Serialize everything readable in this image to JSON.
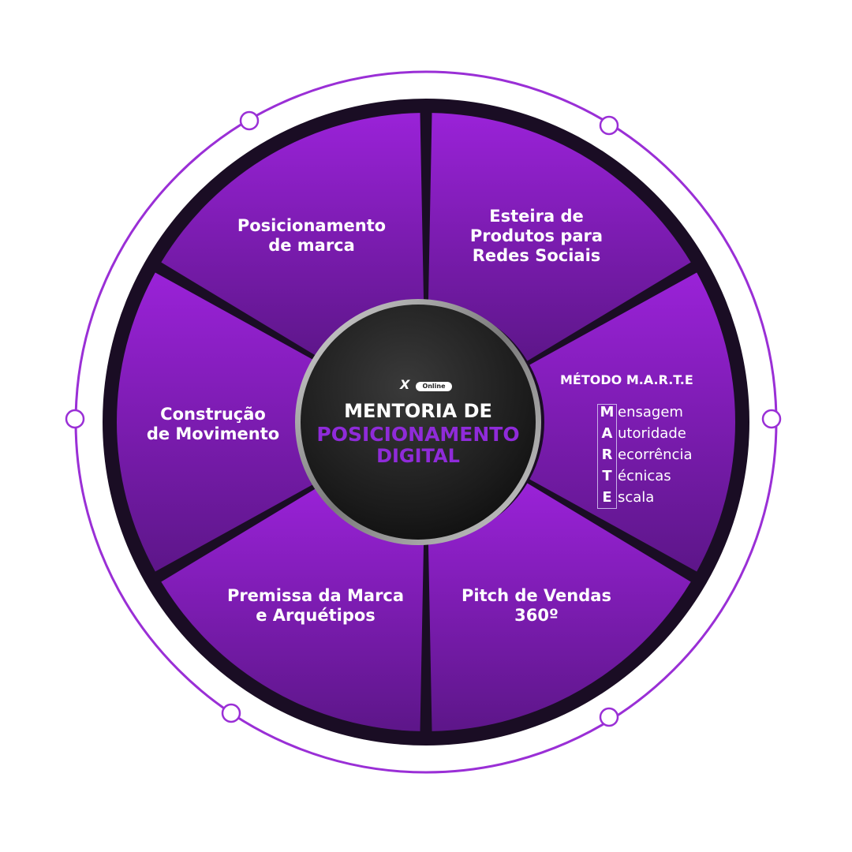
{
  "wheel": {
    "segments": [
      {
        "label": "Esteira de\nProdutos para\nRedes Sociais"
      },
      {
        "label": ""
      },
      {
        "label": "Pitch de Vendas\n360º"
      },
      {
        "label": "Premissa da Marca\ne Arquétipos"
      },
      {
        "label": "Construção\nde Movimento"
      },
      {
        "label": "Posicionamento\nde marca"
      }
    ],
    "method": {
      "title": "MÉTODO M.A.R.T.E",
      "items": [
        {
          "letter": "M",
          "rest": "ensagem"
        },
        {
          "letter": "A",
          "rest": "utoridade"
        },
        {
          "letter": "R",
          "rest": "ecorrência"
        },
        {
          "letter": "T",
          "rest": "écnicas"
        },
        {
          "letter": "E",
          "rest": "scala"
        }
      ]
    }
  },
  "center": {
    "logo_mark": "X",
    "logo_badge": "Online",
    "line1": "MENTORIA DE",
    "line2": "POSICIONAMENTO",
    "line3": "DIGITAL"
  },
  "colors": {
    "segment_top": "#9a22d8",
    "segment_bottom": "#5d1689",
    "ring": "#9a2fd6",
    "center_text_accent": "#8f2bd9"
  }
}
